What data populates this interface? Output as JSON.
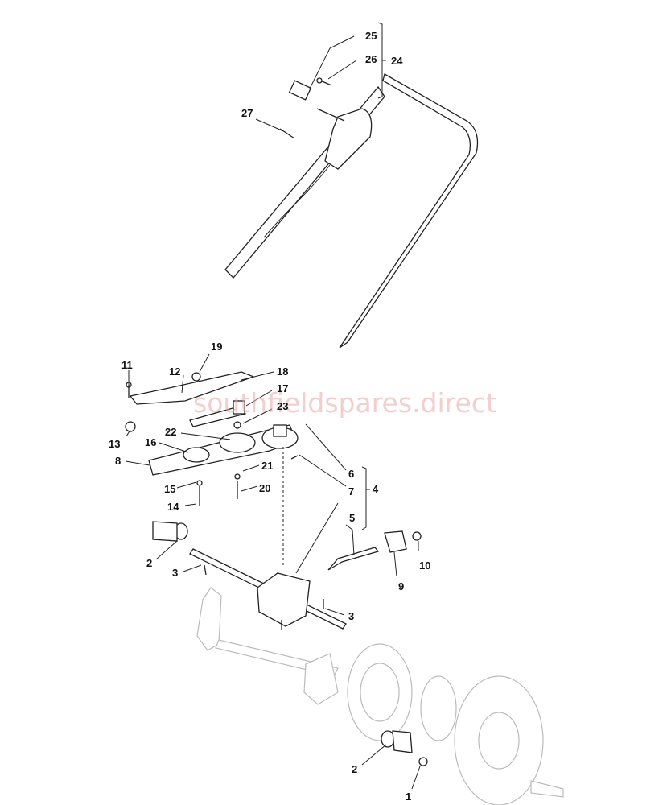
{
  "watermark": "southfieldspares.direct",
  "callouts": [
    "25",
    "26",
    "24",
    "27",
    "19",
    "11",
    "12",
    "18",
    "17",
    "23",
    "13",
    "22",
    "16",
    "8",
    "21",
    "6",
    "15",
    "20",
    "7",
    "4",
    "14",
    "5",
    "10",
    "2",
    "3",
    "9",
    "3",
    "2",
    "1"
  ]
}
